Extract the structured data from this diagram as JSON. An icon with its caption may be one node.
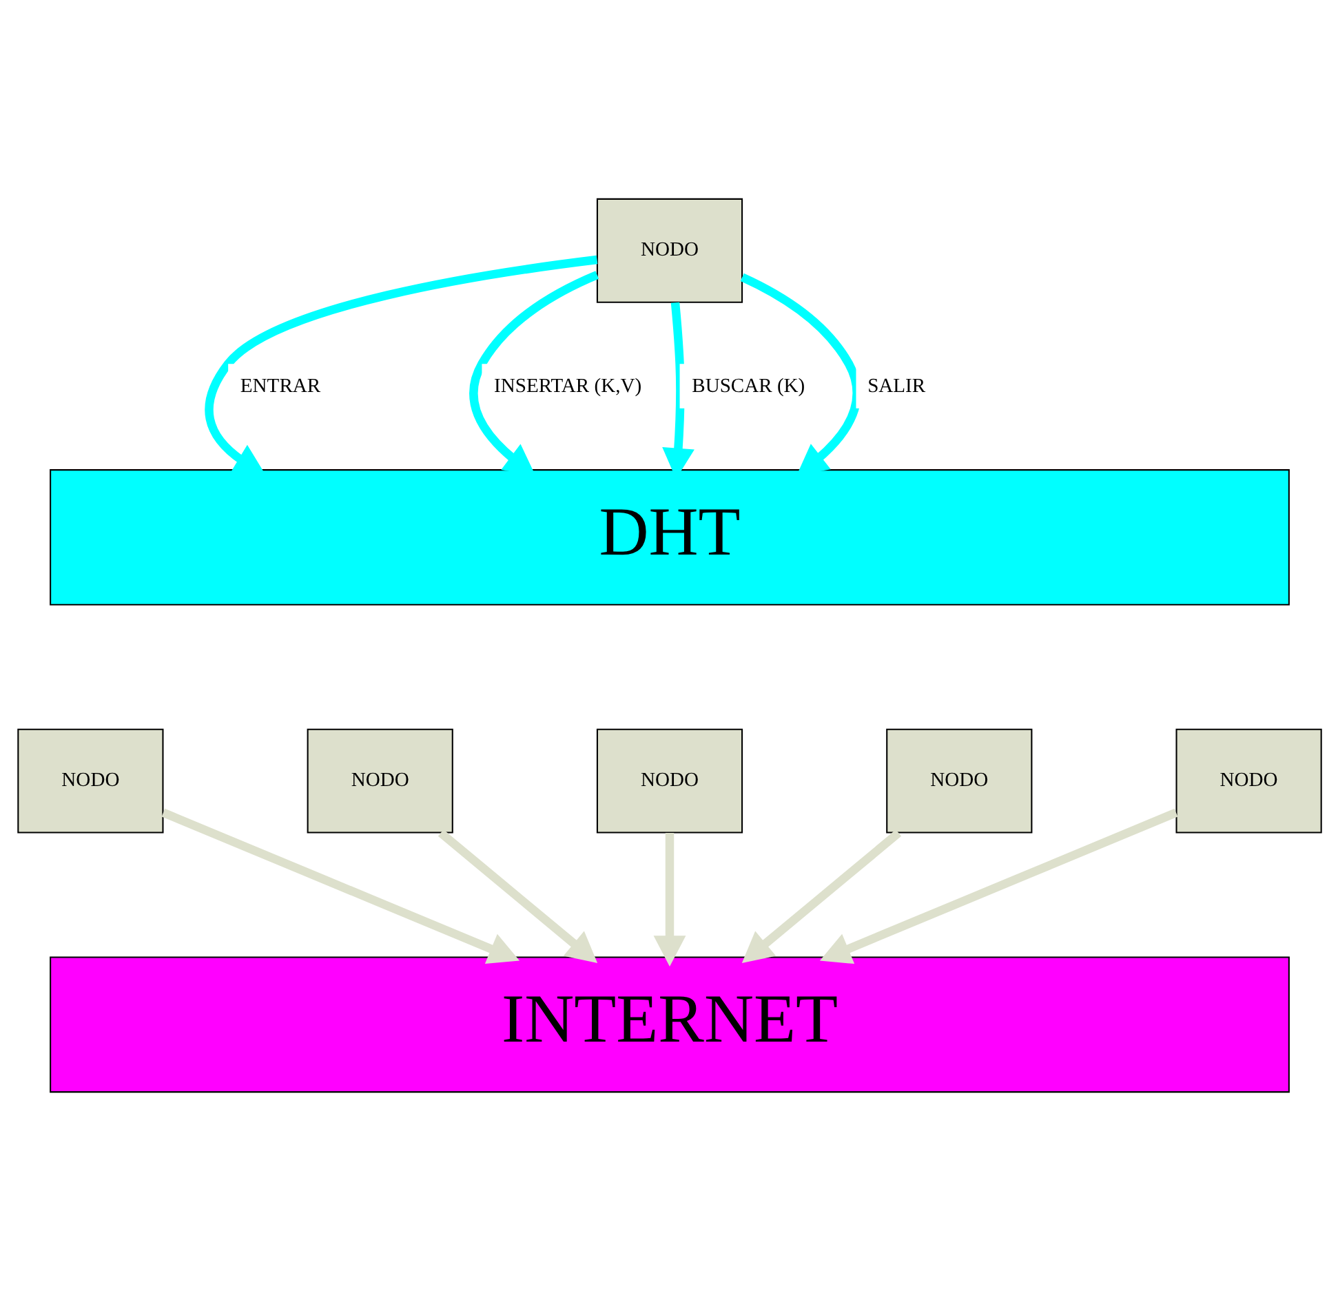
{
  "diagram": {
    "nodes": [
      {
        "text": [
          "NODO"
        ]
      },
      {
        "text": [
          "DHT"
        ]
      },
      {
        "text": [
          "NODO"
        ]
      },
      {
        "text": [
          "NODO"
        ]
      },
      {
        "text": [
          "NODO"
        ]
      },
      {
        "text": [
          "NODO"
        ]
      },
      {
        "text": [
          "NODO"
        ]
      },
      {
        "text": [
          "INTERNET"
        ]
      }
    ],
    "edges": [
      {
        "from": 0,
        "to": 1,
        "arrow": "to",
        "label": "ENTRAR",
        "color": "#00ffff"
      },
      {
        "from": 0,
        "to": 1,
        "arrow": "to",
        "label": "INSERTAR (K,V)",
        "color": "#00ffff"
      },
      {
        "from": 0,
        "to": 1,
        "arrow": "to",
        "label": "BUSCAR (K)",
        "color": "#00ffff"
      },
      {
        "from": 0,
        "to": 1,
        "arrow": "to",
        "label": "SALIR",
        "color": "#00ffff"
      },
      {
        "from": 2,
        "to": 7,
        "arrow": "to"
      },
      {
        "from": 3,
        "to": 7,
        "arrow": "to"
      },
      {
        "from": 4,
        "to": 7,
        "arrow": "to"
      },
      {
        "from": 5,
        "to": 7,
        "arrow": "to"
      },
      {
        "from": 6,
        "to": 7,
        "arrow": "to"
      }
    ]
  }
}
